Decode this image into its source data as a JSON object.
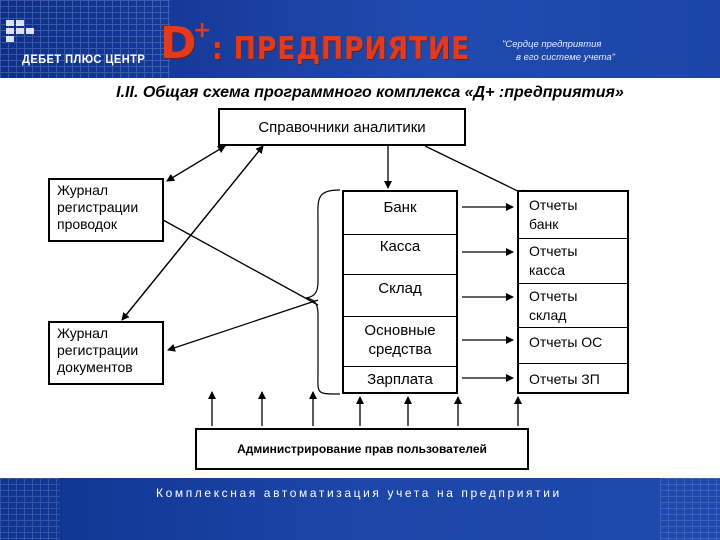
{
  "header": {
    "brand": "ДЕБЕТ ПЛЮС ЦЕНТР",
    "product_letter": "D",
    "product_plus": "+",
    "product_name": ": ПРЕДПРИЯТИЕ",
    "slogan_line1": "\"Сердце предприятия",
    "slogan_line2": "в его системе учета\""
  },
  "title": "I.II. Общая схема программного комплекса «Д+ :предприятия»",
  "diagram": {
    "reference_box": "Справочники аналитики",
    "journal_postings": [
      "Журнал",
      "регистрации",
      "проводок"
    ],
    "journal_documents": [
      "Журнал",
      "регистрации",
      "документов"
    ],
    "modules": [
      [
        "Банк"
      ],
      [
        "Касса"
      ],
      [
        "Склад"
      ],
      [
        "Основные",
        "средства"
      ],
      [
        "Зарплата"
      ]
    ],
    "reports": [
      [
        "Отчеты",
        "банк"
      ],
      [
        "Отчеты",
        "касса"
      ],
      [
        "Отчеты",
        "склад"
      ],
      [
        "Отчеты ОС"
      ],
      [
        "Отчеты ЗП"
      ]
    ],
    "admin_box": "Администрирование прав пользователей"
  },
  "footer": {
    "text": "Комплексная автоматизация учета на предприятии"
  },
  "colors": {
    "banner_blue": "#1a3fa0",
    "product_red": "#e23a1e",
    "line": "#000000"
  }
}
